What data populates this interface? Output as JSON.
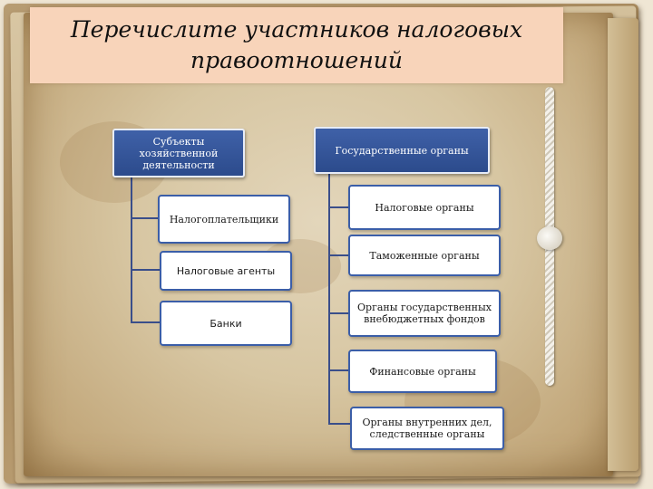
{
  "title": "Перечислите участников налоговых правоотношений",
  "left_group": {
    "header": "Субъекты хозяйственной деятельности",
    "items": [
      "Налогоплательщики",
      "Налоговые агенты",
      "Банки"
    ]
  },
  "right_group": {
    "header": "Государственные органы",
    "items": [
      "Налоговые органы",
      "Таможенные органы",
      "Органы государственных внебюджетных фондов",
      "Финансовые органы",
      "Органы внутренних дел, следственные органы"
    ]
  },
  "colors": {
    "title_bg": "#f8d4ba",
    "header_bg": "#2c4b8c",
    "box_border": "#3b5ea8",
    "connector": "#3a4e8a"
  }
}
